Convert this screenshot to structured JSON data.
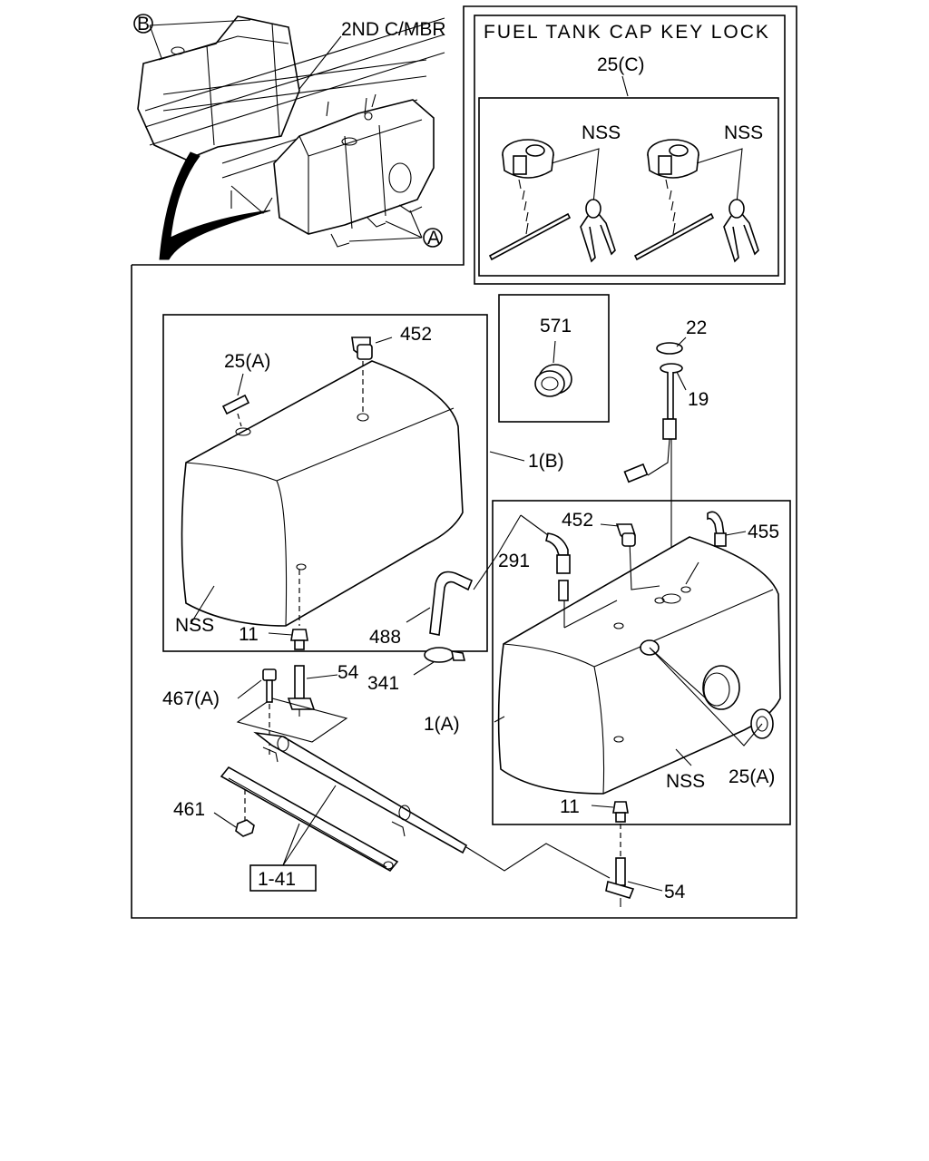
{
  "diagram": {
    "inset_title": "FUEL TANK CAP KEY LOCK",
    "inset_ref": "25(C)",
    "crossmember_label": "2ND C/MBR",
    "callout_a": "A",
    "callout_b": "B",
    "labels": {
      "nss_inset_left": "NSS",
      "nss_inset_right": "NSS",
      "nss_tank_b": "NSS",
      "nss_tank_a": "NSS",
      "p452_top": "452",
      "p25a_top": "25(A)",
      "p571": "571",
      "p22": "22",
      "p19": "19",
      "p1b": "1(B)",
      "p452_mid": "452",
      "p455": "455",
      "p291": "291",
      "p488": "488",
      "p11_left": "11",
      "p54_left": "54",
      "p341": "341",
      "p467a": "467(A)",
      "p1a": "1(A)",
      "p25a_bottom": "25(A)",
      "p11_right": "11",
      "p461": "461",
      "p1_41": "1-41",
      "p54_right": "54"
    }
  },
  "colors": {
    "ink": "#000000",
    "paper": "#ffffff"
  }
}
